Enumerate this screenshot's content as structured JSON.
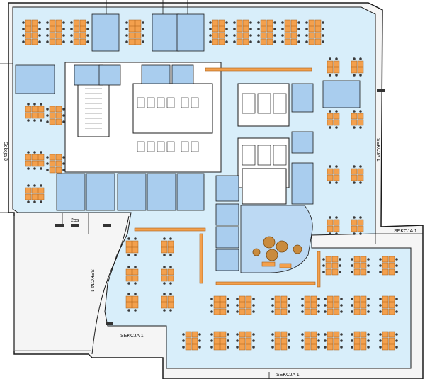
{
  "plan": {
    "colors": {
      "floor": "#d8eefa",
      "room": "#a9cdee",
      "desk": "#f3a04d",
      "desk_stroke": "#a85d16",
      "chair": "#3a3a3a",
      "wall": "#1b1b1b",
      "core": "#ffffff",
      "round": "#c98b3e"
    },
    "labels": {
      "sekcja_3": "Sekcja 3",
      "sekcja_1_right": "SEKCJA 1",
      "sekcja_1_edge": "SEKCJA 1",
      "sekcja_1_curve": "SEKCJA 1",
      "sekcja_1_mid": "SEKCJA 1",
      "sekcja_1_bottom": "SEKCJA 1",
      "zone_2": "2os"
    }
  }
}
